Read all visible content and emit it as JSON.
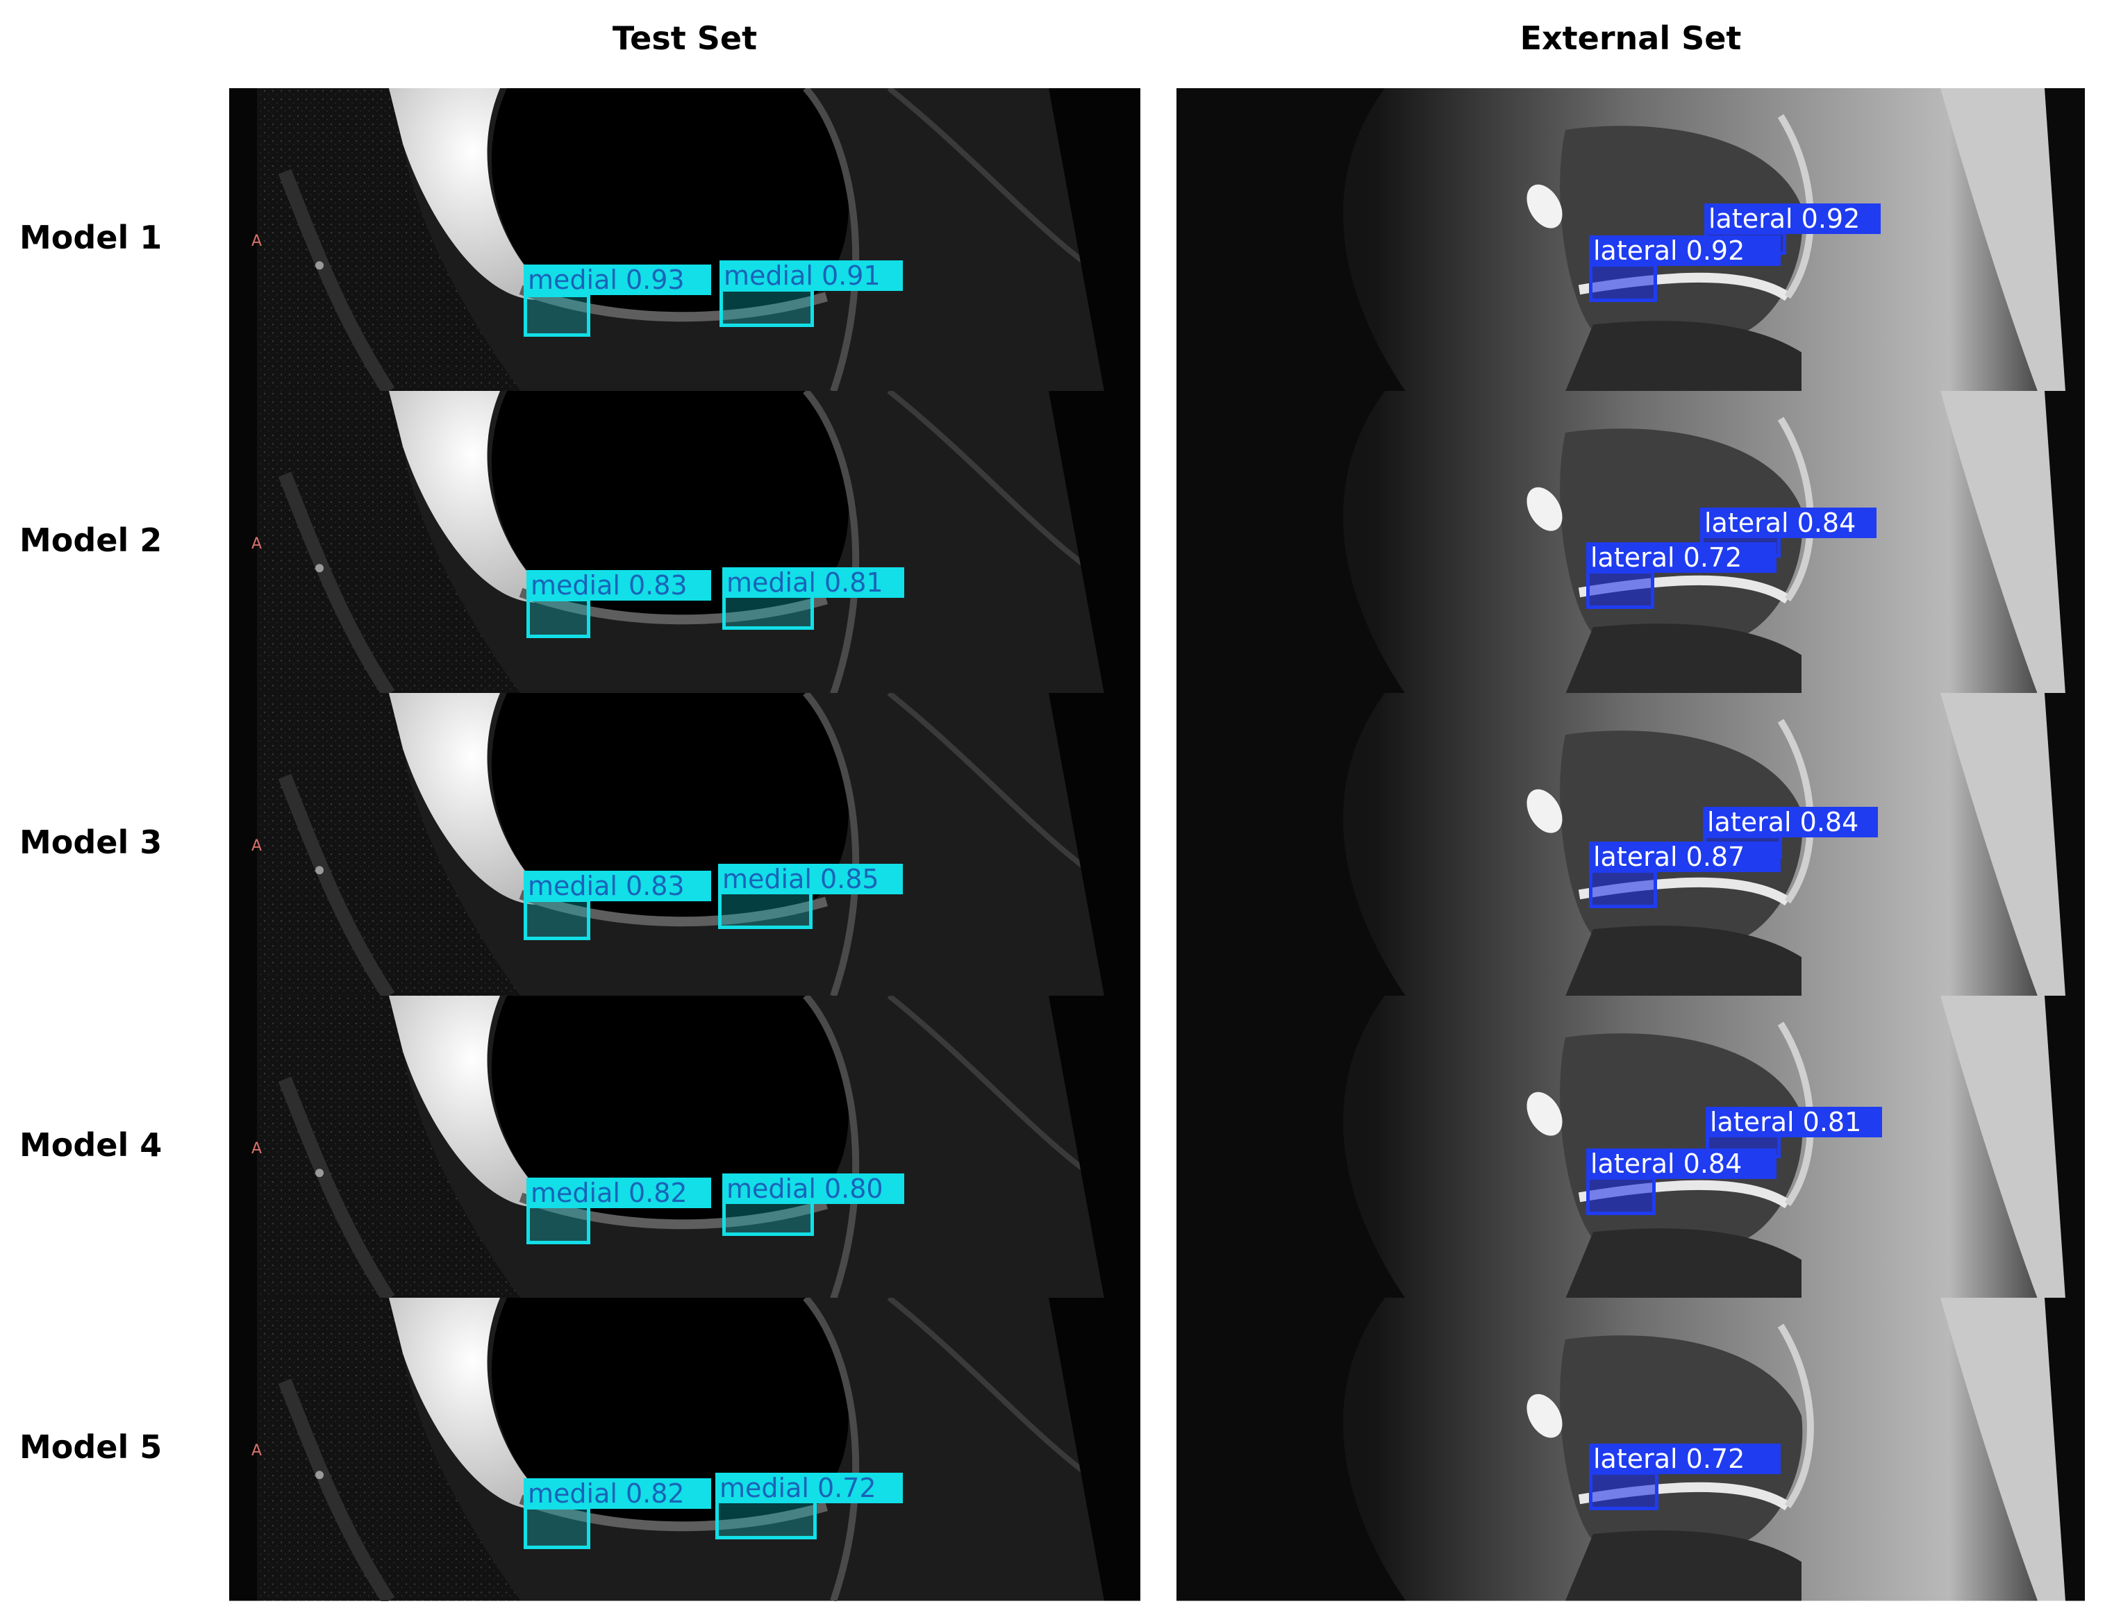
{
  "columns": [
    {
      "title": "Test Set"
    },
    {
      "title": "External Set"
    }
  ],
  "rows": [
    {
      "label": "Model 1",
      "test": [
        {
          "label": "medial 0.93"
        },
        {
          "label": "medial 0.91"
        }
      ],
      "external": [
        {
          "label": "lateral 0.92"
        },
        {
          "label": "lateral 0.92"
        }
      ]
    },
    {
      "label": "Model 2",
      "test": [
        {
          "label": "medial 0.83"
        },
        {
          "label": "medial 0.81"
        }
      ],
      "external": [
        {
          "label": "lateral 0.84"
        },
        {
          "label": "lateral 0.72"
        }
      ]
    },
    {
      "label": "Model 3",
      "test": [
        {
          "label": "medial 0.83"
        },
        {
          "label": "medial 0.85"
        }
      ],
      "external": [
        {
          "label": "lateral 0.84"
        },
        {
          "label": "lateral 0.87"
        }
      ]
    },
    {
      "label": "Model 4",
      "test": [
        {
          "label": "medial 0.82"
        },
        {
          "label": "medial 0.80"
        }
      ],
      "external": [
        {
          "label": "lateral 0.81"
        },
        {
          "label": "lateral 0.84"
        }
      ]
    },
    {
      "label": "Model 5",
      "test": [
        {
          "label": "medial 0.82"
        },
        {
          "label": "medial 0.72"
        }
      ],
      "external": [
        {
          "label": "lateral 0.72"
        }
      ]
    }
  ],
  "orientation_marker": "A",
  "colors": {
    "test_box": "#12dfe7",
    "test_text": "#1a63b8",
    "external_box": "#1f3cf0",
    "external_text": "#ffffff"
  }
}
